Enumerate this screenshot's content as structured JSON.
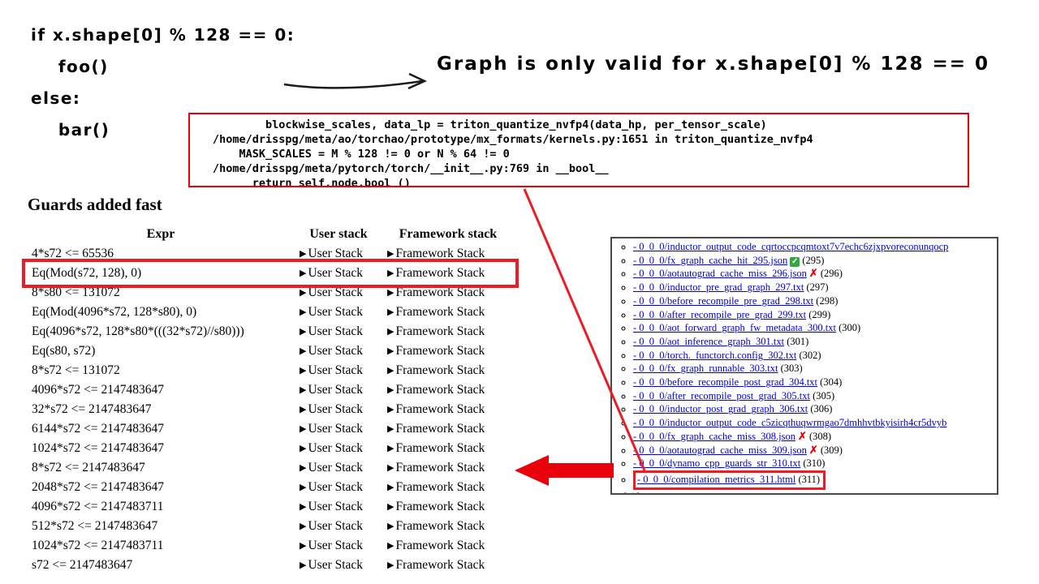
{
  "colors": {
    "highlight_red": "#ec1c24",
    "box_red": "#e8000b",
    "link_blue": "#0000e0",
    "check_green": "#2faa41"
  },
  "icons": {
    "triangle": "▶",
    "check": "✓",
    "cross": "✗"
  },
  "handwritten": {
    "code": "if x.shape[0] % 128 == 0:\n    foo()\nelse:\n    bar()",
    "annotation": "Graph is only valid for x.shape[0] % 128 == 0"
  },
  "stack_trace": {
    "code": "        blockwise_scales, data_lp = triton_quantize_nvfp4(data_hp, per_tensor_scale)\n/home/drisspg/meta/ao/torchao/prototype/mx_formats/kernels.py:1651 in triton_quantize_nvfp4\n    MASK_SCALES = M % 128 != 0 or N % 64 != 0\n/home/drisspg/meta/pytorch/torch/__init__.py:769 in __bool__\n      return self.node.bool_()"
  },
  "guards": {
    "title": "Guards added fast",
    "headers": {
      "expr": "Expr",
      "user": "User stack",
      "framework": "Framework stack"
    },
    "user_stack": "User Stack",
    "framework_stack": "Framework Stack",
    "rows": [
      {
        "expr": "4*s72 <= 65536"
      },
      {
        "expr": "Eq(Mod(s72, 128), 0)",
        "highlight": true
      },
      {
        "expr": "8*s80 <= 131072"
      },
      {
        "expr": "Eq(Mod(4096*s72, 128*s80), 0)"
      },
      {
        "expr": "Eq(4096*s72, 128*s80*(((32*s72)//s80)))"
      },
      {
        "expr": "Eq(s80, s72)"
      },
      {
        "expr": "8*s72 <= 131072"
      },
      {
        "expr": "4096*s72 <= 2147483647"
      },
      {
        "expr": "32*s72 <= 2147483647"
      },
      {
        "expr": "6144*s72 <= 2147483647"
      },
      {
        "expr": "1024*s72 <= 2147483647"
      },
      {
        "expr": "8*s72 <= 2147483647"
      },
      {
        "expr": "2048*s72 <= 2147483647"
      },
      {
        "expr": "4096*s72 <= 2147483711"
      },
      {
        "expr": "512*s72 <= 2147483647"
      },
      {
        "expr": "1024*s72 <= 2147483711"
      },
      {
        "expr": "s72 <= 2147483647"
      }
    ]
  },
  "file_list": {
    "items": [
      {
        "link": "- 0_0_0/inductor_output_code_cqrtoccpcqmtoxt7v7echc6zjxpvoreconunqocp",
        "count": "",
        "status": ""
      },
      {
        "link": "- 0_0_0/fx_graph_cache_hit_295.json",
        "count": "(295)",
        "status": "check"
      },
      {
        "link": "- 0_0_0/aotautograd_cache_miss_296.json",
        "count": "(296)",
        "status": "cross"
      },
      {
        "link": "- 0_0_0/inductor_pre_grad_graph_297.txt",
        "count": "(297)",
        "status": ""
      },
      {
        "link": "- 0_0_0/before_recompile_pre_grad_298.txt",
        "count": "(298)",
        "status": ""
      },
      {
        "link": "- 0_0_0/after_recompile_pre_grad_299.txt",
        "count": "(299)",
        "status": ""
      },
      {
        "link": "- 0_0_0/aot_forward_graph_fw_metadata_300.txt",
        "count": "(300)",
        "status": ""
      },
      {
        "link": "- 0_0_0/aot_inference_graph_301.txt",
        "count": "(301)",
        "status": ""
      },
      {
        "link": "- 0_0_0/torch._functorch.config_302.txt",
        "count": "(302)",
        "status": ""
      },
      {
        "link": "- 0_0_0/fx_graph_runnable_303.txt",
        "count": "(303)",
        "status": ""
      },
      {
        "link": "- 0_0_0/before_recompile_post_grad_304.txt",
        "count": "(304)",
        "status": ""
      },
      {
        "link": "- 0_0_0/after_recompile_post_grad_305.txt",
        "count": "(305)",
        "status": ""
      },
      {
        "link": "- 0_0_0/inductor_post_grad_graph_306.txt",
        "count": "(306)",
        "status": ""
      },
      {
        "link": "- 0_0_0/inductor_output_code_c5zicqthuqwrmgao7dmhhvtbkyisirh4cr5dvyb",
        "count": "",
        "status": ""
      },
      {
        "link": "- 0_0_0/fx_graph_cache_miss_308.json",
        "count": "(308)",
        "status": "cross"
      },
      {
        "link": "- 0_0_0/aotautograd_cache_miss_309.json",
        "count": "(309)",
        "status": "cross"
      },
      {
        "link": "- 0_0_0/dynamo_cpp_guards_str_310.txt",
        "count": "(310)",
        "status": ""
      },
      {
        "link": "- 0_0_0/compilation_metrics_311.html",
        "count": "(311)",
        "status": "",
        "highlight": true
      }
    ],
    "footer": "[-/-]"
  }
}
